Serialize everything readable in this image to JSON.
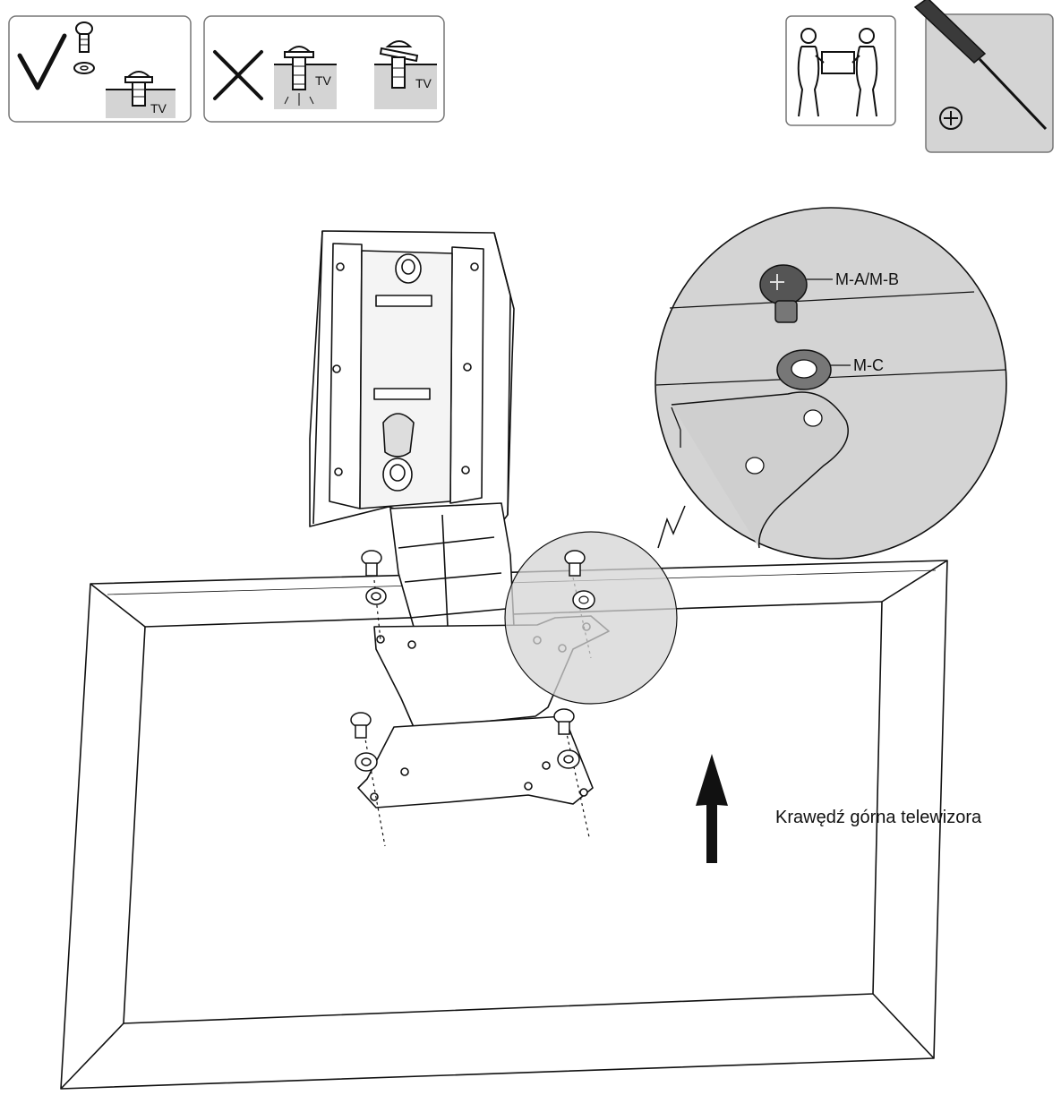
{
  "icons": {
    "correct_mount": {
      "mark": "check-icon",
      "tv_label": "TV"
    },
    "incorrect_mount": {
      "mark": "cross-icon",
      "tv_label_1": "TV",
      "tv_label_2": "TV"
    },
    "two_person_lift": {
      "icon": "two-people-carrying-icon"
    },
    "screwdriver": {
      "icon": "phillips-screwdriver-icon",
      "symbol": "⊕"
    }
  },
  "callouts": {
    "screw": "M-A/M-B",
    "washer": "M-C"
  },
  "direction_label": "Krawędź górna telewizora",
  "colors": {
    "line": "#111111",
    "shade": "#d4d4d4",
    "zoom_fill": "#e8e8e8"
  }
}
